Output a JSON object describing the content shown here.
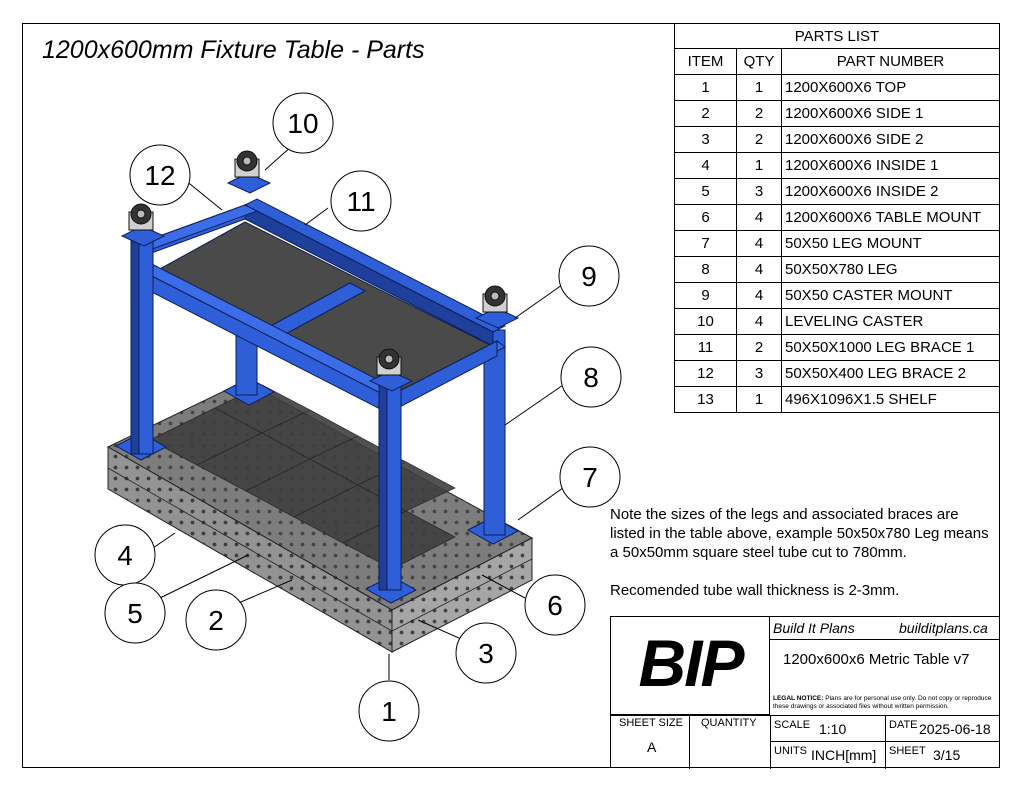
{
  "title": "1200x600mm Fixture Table - Parts",
  "parts_list": {
    "caption": "PARTS LIST",
    "headers": [
      "ITEM",
      "QTY",
      "PART NUMBER"
    ],
    "rows": [
      {
        "item": "1",
        "qty": "1",
        "part": "1200X600X6 TOP"
      },
      {
        "item": "2",
        "qty": "2",
        "part": "1200X600X6 SIDE 1"
      },
      {
        "item": "3",
        "qty": "2",
        "part": "1200X600X6 SIDE 2"
      },
      {
        "item": "4",
        "qty": "1",
        "part": "1200X600X6 INSIDE 1"
      },
      {
        "item": "5",
        "qty": "3",
        "part": "1200X600X6 INSIDE 2"
      },
      {
        "item": "6",
        "qty": "4",
        "part": "1200X600X6 TABLE MOUNT"
      },
      {
        "item": "7",
        "qty": "4",
        "part": "50X50 LEG MOUNT"
      },
      {
        "item": "8",
        "qty": "4",
        "part": "50X50X780 LEG"
      },
      {
        "item": "9",
        "qty": "4",
        "part": "50X50 CASTER MOUNT"
      },
      {
        "item": "10",
        "qty": "4",
        "part": "LEVELING CASTER"
      },
      {
        "item": "11",
        "qty": "2",
        "part": "50X50X1000 LEG BRACE 1"
      },
      {
        "item": "12",
        "qty": "3",
        "part": "50X50X400 LEG BRACE 2"
      },
      {
        "item": "13",
        "qty": "1",
        "part": "496X1096X1.5 SHELF"
      }
    ]
  },
  "note": {
    "paragraph1": "Note the sizes of the legs and associated braces are listed in the table above, example 50x50x780 Leg means a 50x50mm square steel tube cut to 780mm.",
    "paragraph2": "Recomended tube wall thickness is 2-3mm."
  },
  "balloons": [
    "1",
    "2",
    "3",
    "4",
    "5",
    "6",
    "7",
    "8",
    "9",
    "10",
    "11",
    "12"
  ],
  "title_block": {
    "logo": "BIP",
    "company": "Build It Plans",
    "website": "builditplans.ca",
    "drawing_name": "1200x600x6 Metric Table v7",
    "legal_label": "LEGAL NOTICE:",
    "legal_text": "Plans are for personal use only. Do not copy or reproduce these drawings or associated files without written permission.",
    "sheet_size_label": "SHEET SIZE",
    "sheet_size": "A",
    "quantity_label": "QUANTITY",
    "quantity": "",
    "scale_label": "SCALE",
    "scale": "1:10",
    "date_label": "DATE",
    "date": "2025-06-18",
    "units_label": "UNITS",
    "units": "INCH[mm]",
    "sheet_label": "SHEET",
    "sheet": "3/15"
  },
  "colors": {
    "frame_blue": "#2f5fd8",
    "frame_blue_dark": "#1e3f9c",
    "shelf": "#4a4a4a",
    "fixture_top": "#8a8a8a",
    "fixture_side": "#9a9a9a",
    "fixture_inner": "#555555"
  }
}
